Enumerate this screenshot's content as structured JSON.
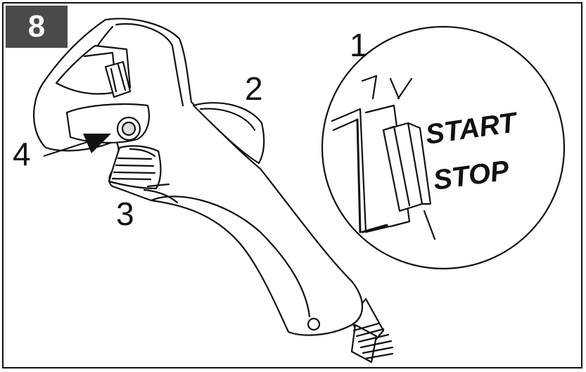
{
  "figure": {
    "step_number": "8",
    "callouts": {
      "c1": "1",
      "c2": "2",
      "c3": "3",
      "c4": "4"
    },
    "switch_labels": {
      "start": "START",
      "stop": "STOP"
    }
  }
}
